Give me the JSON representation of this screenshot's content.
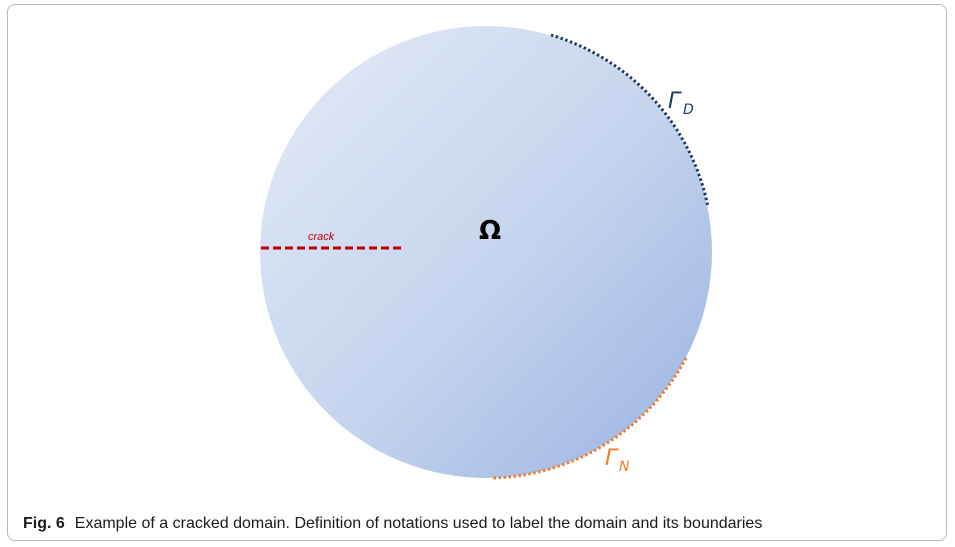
{
  "figure": {
    "labels": {
      "domain": "Ω",
      "crack": "crack",
      "dirichlet_main": "Γ",
      "dirichlet_sub": "D",
      "neumann_main": "Γ",
      "neumann_sub": "N"
    },
    "colors": {
      "circle_light": "#dde6f4",
      "circle_dark": "#a4bbe5",
      "crack": "#c00000",
      "dirichlet": "#1f3864",
      "neumann": "#ed7d31",
      "domain_text": "#000000"
    }
  },
  "caption": {
    "label": "Fig. 6",
    "text": "Example of a cracked domain. Definition of notations used to label the domain and its boundaries"
  }
}
